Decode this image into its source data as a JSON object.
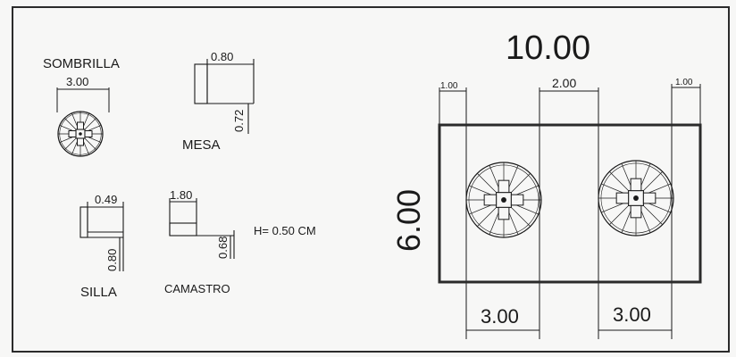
{
  "legend": {
    "sombrilla": {
      "label": "SOMBRILLA",
      "width": "3.00"
    },
    "mesa": {
      "label": "MESA",
      "width": "0.80",
      "depth": "0.72"
    },
    "silla": {
      "label": "SILLA",
      "width": "0.49",
      "depth": "0.80"
    },
    "camastro": {
      "label": "CAMASTRO",
      "width": "1.80",
      "depth": "0.68"
    },
    "height_note": "H= 0.50 CM"
  },
  "plan": {
    "total_width": "10.00",
    "total_height": "6.00",
    "dim_left": "1.00",
    "dim_middle": "2.00",
    "dim_right": "1.00",
    "umbrella_1_width": "3.00",
    "umbrella_2_width": "3.00"
  },
  "colors": {
    "ink": "#1a1a1a",
    "paper": "#f7f7f6",
    "frame": "#2b2b2b"
  }
}
